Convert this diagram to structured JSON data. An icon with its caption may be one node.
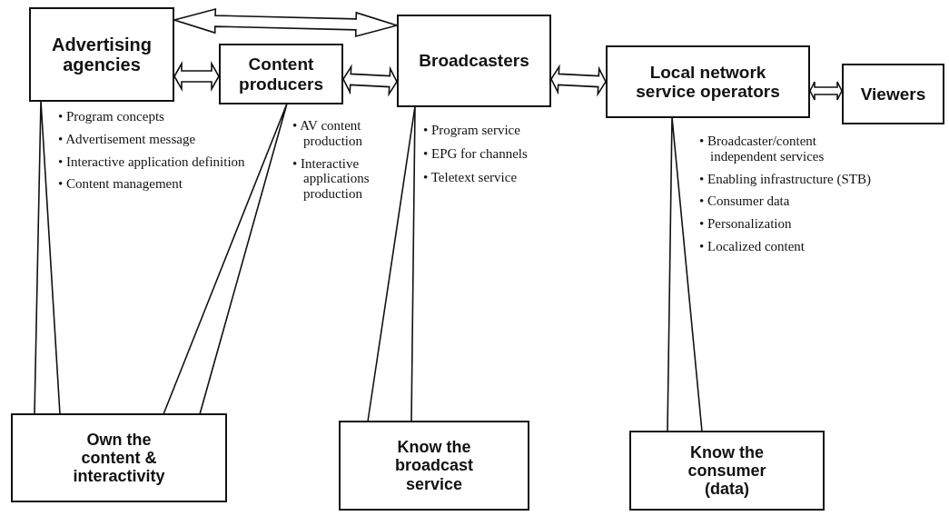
{
  "diagram": {
    "nodes": [
      {
        "text": [
          "Advertising agencies"
        ],
        "beside": [
          "• Program concepts",
          "• Advertisement message",
          "• Interactive application definition",
          "• Content management"
        ]
      },
      {
        "text": [
          "Content producers"
        ],
        "beside": [
          "• AV content production",
          "• Interactive applications production"
        ]
      },
      {
        "text": [
          "Broadcasters"
        ],
        "beside": [
          "• Program service",
          "• EPG for channels",
          "• Teletext service"
        ]
      },
      {
        "text": [
          "Local network service operators"
        ],
        "beside": [
          "• Broadcaster/content independent services",
          "• Enabling infrastructure (STB)",
          "• Consumer data",
          "• Personalization",
          "• Localized content"
        ]
      },
      {
        "text": [
          "Viewers"
        ]
      },
      {
        "text": [
          "Own the content & interactivity"
        ]
      },
      {
        "text": [
          "Know the broadcast service"
        ]
      },
      {
        "text": [
          "Know the consumer (data)"
        ]
      }
    ],
    "edges": [
      {
        "from": 0,
        "to": 2,
        "arrow": "both"
      },
      {
        "from": 0,
        "to": 1,
        "arrow": "both"
      },
      {
        "from": 1,
        "to": 2,
        "arrow": "both"
      },
      {
        "from": 2,
        "to": 3,
        "arrow": "both"
      },
      {
        "from": 3,
        "to": 4,
        "arrow": "both"
      },
      {
        "from": 0,
        "to": 5,
        "arrow": "none"
      },
      {
        "from": 1,
        "to": 5,
        "arrow": "none"
      },
      {
        "from": 2,
        "to": 6,
        "arrow": "none"
      },
      {
        "from": 3,
        "to": 7,
        "arrow": "none"
      }
    ]
  }
}
